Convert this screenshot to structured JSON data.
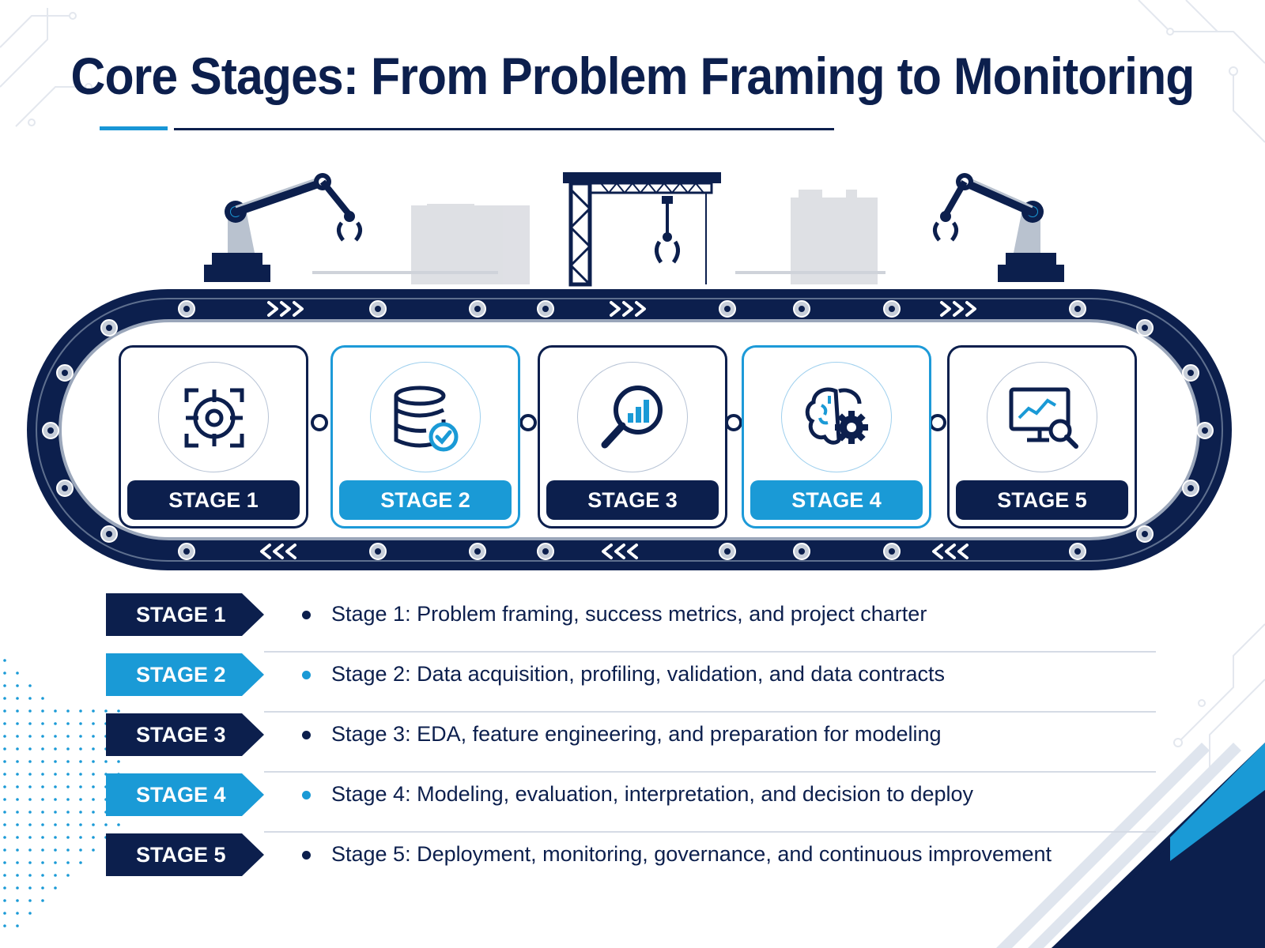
{
  "title": "Core Stages: From Problem Framing to Monitoring",
  "colors": {
    "navy": "#0c1f4d",
    "accent_blue": "#1a9ad6",
    "light_gray": "#d5dbe5"
  },
  "conveyor": {
    "stages": [
      {
        "label": "STAGE 1",
        "icon": "target-crosshair-icon",
        "style": "navy"
      },
      {
        "label": "STAGE 2",
        "icon": "database-check-icon",
        "style": "blue"
      },
      {
        "label": "STAGE 3",
        "icon": "magnifier-bar-chart-icon",
        "style": "navy"
      },
      {
        "label": "STAGE 4",
        "icon": "brain-gear-icon",
        "style": "blue"
      },
      {
        "label": "STAGE 5",
        "icon": "monitor-chart-search-icon",
        "style": "navy"
      }
    ]
  },
  "list": [
    {
      "tag": "STAGE 1",
      "text": "Stage 1: Problem framing, success metrics, and project charter",
      "style": "navy"
    },
    {
      "tag": "STAGE 2",
      "text": "Stage 2: Data acquisition, profiling, validation, and data contracts",
      "style": "blue"
    },
    {
      "tag": "STAGE 3",
      "text": "Stage 3: EDA, feature engineering, and preparation for modeling",
      "style": "navy"
    },
    {
      "tag": "STAGE 4",
      "text": "Stage 4: Modeling, evaluation, interpretation, and decision to deploy",
      "style": "blue"
    },
    {
      "tag": "STAGE 5",
      "text": "Stage 5: Deployment, monitoring, governance, and continuous improvement",
      "style": "navy"
    }
  ]
}
